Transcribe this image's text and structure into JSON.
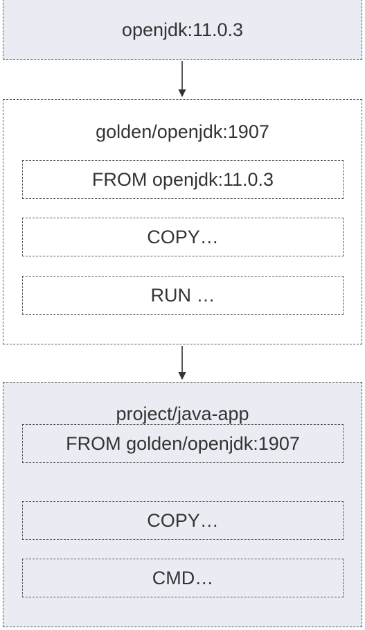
{
  "base_image": {
    "label": "openjdk:11.0.3",
    "fill": "#e9edf3"
  },
  "golden_image": {
    "title": "golden/openjdk:1907",
    "fill": "#ffffff",
    "instructions": [
      "FROM openjdk:11.0.3",
      "COPY…",
      "RUN …"
    ]
  },
  "app_image": {
    "title": "project/java-app",
    "fill": "#e9edf3",
    "instructions": [
      "FROM golden/openjdk:1907",
      "COPY…",
      "CMD…"
    ]
  },
  "colors": {
    "border": "#555555",
    "text": "#333333",
    "shaded_fill": "#e9edf3"
  }
}
